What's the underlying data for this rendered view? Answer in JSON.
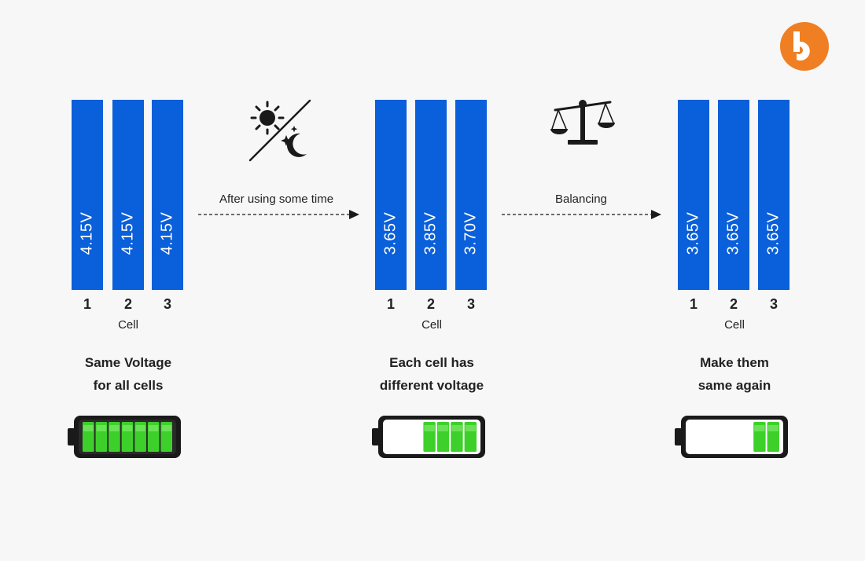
{
  "colors": {
    "background": "#f7f7f7",
    "cell_bar": "#0a5fda",
    "logo": "#ef7f22",
    "battery_fill": "#3ed02a",
    "battery_shell": "#1a1a1a"
  },
  "cell_axis_label": "Cell",
  "groups": [
    {
      "cells": [
        {
          "number": "1",
          "voltage_label": "4.15V"
        },
        {
          "number": "2",
          "voltage_label": "4.15V"
        },
        {
          "number": "3",
          "voltage_label": "4.15V"
        }
      ],
      "caption_line1": "Same Voltage",
      "caption_line2": "for all cells",
      "battery_fill_fraction": 1.0
    },
    {
      "cells": [
        {
          "number": "1",
          "voltage_label": "3.65V"
        },
        {
          "number": "2",
          "voltage_label": "3.85V"
        },
        {
          "number": "3",
          "voltage_label": "3.70V"
        }
      ],
      "caption_line1": "Each cell has",
      "caption_line2": "different voltage",
      "battery_fill_fraction": 0.6
    },
    {
      "cells": [
        {
          "number": "1",
          "voltage_label": "3.65V"
        },
        {
          "number": "2",
          "voltage_label": "3.65V"
        },
        {
          "number": "3",
          "voltage_label": "3.65V"
        }
      ],
      "caption_line1": "Make them",
      "caption_line2": "same again",
      "battery_fill_fraction": 0.3
    }
  ],
  "steps": [
    {
      "label": "After using some time",
      "icon": "day-night-icon"
    },
    {
      "label": "Balancing",
      "icon": "balance-scale-icon"
    }
  ],
  "logo_icon": "brand-logo-icon"
}
